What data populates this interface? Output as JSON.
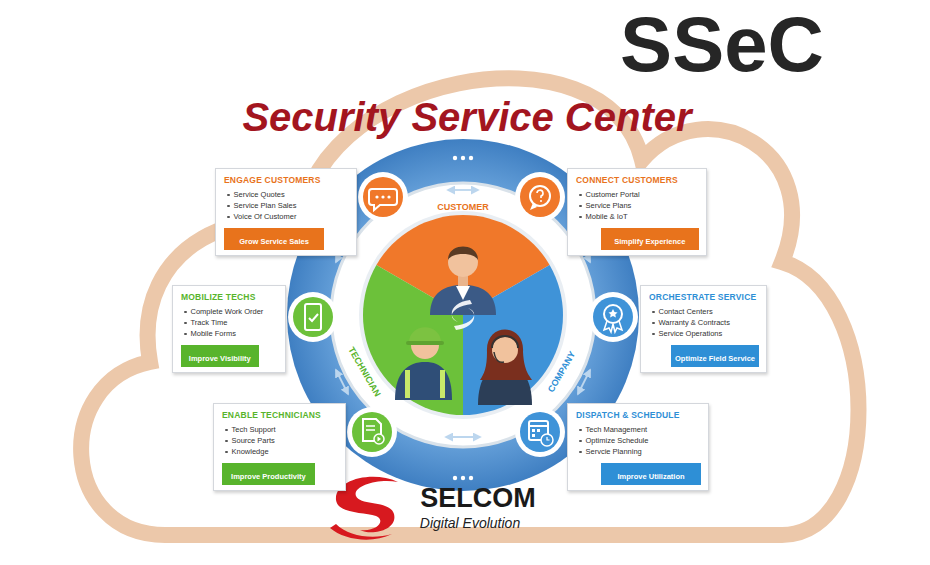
{
  "diagram": {
    "title": "Security Service Center",
    "nodes": [
      {
        "text": [
          "ENGAGE CUSTOMERS",
          "Service Quotes",
          "Service Plan Sales",
          "Voice Of Customer",
          "Grow Service Sales"
        ]
      },
      {
        "text": [
          "CONNECT CUSTOMERS",
          "Customer Portal",
          "Service Plans",
          "Mobile & IoT",
          "Simplify Experience"
        ]
      },
      {
        "text": [
          "MOBILIZE TECHS",
          "Complete Work Order",
          "Track Time",
          "Mobile Forms",
          "Improve Visibility"
        ]
      },
      {
        "text": [
          "ORCHESTRATE SERVICE",
          "Contact Centers",
          "Warranty & Contracts",
          "Service Operations",
          "Optimize Field Service"
        ]
      },
      {
        "text": [
          "ENABLE TECHNICIANS",
          "Tech Support",
          "Source Parts",
          "Knowledge",
          "Improve Productivity"
        ]
      },
      {
        "text": [
          "DISPATCH & SCHEDULE",
          "Tech Management",
          "Optimize Schedule",
          "Servcie Planning",
          "Improve Utilization"
        ]
      }
    ],
    "labels": [
      "SSeC",
      "CUSTOMER",
      "TECHNICIAN",
      "COMPANY",
      "SELCOM",
      "Digital Evolution"
    ]
  }
}
